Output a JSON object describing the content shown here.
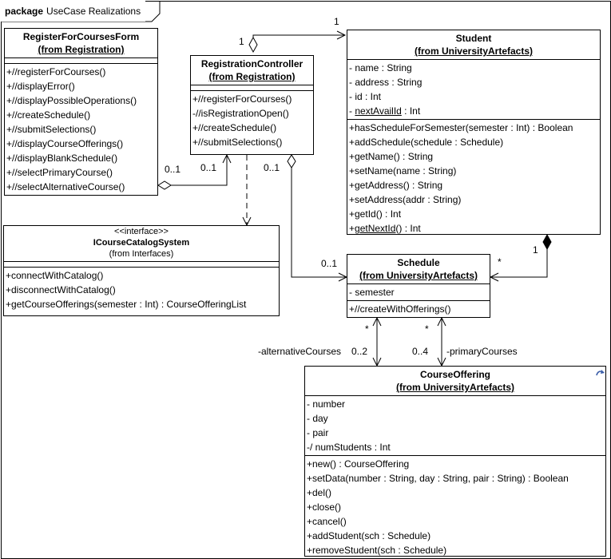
{
  "package": {
    "keyword": "package",
    "name": "UseCase Realizations"
  },
  "classes": {
    "form": {
      "name": "RegisterForCoursesForm",
      "from": "(from Registration)",
      "operations": [
        "+//registerForCourses()",
        "+//displayError()",
        "+//displayPossibleOperations()",
        "+//createSchedule()",
        "+//submitSelections()",
        "+//displayCourseOfferings()",
        "+//displayBlankSchedule()",
        "+//selectPrimaryCourse()",
        "+//selectAlternativeCourse()"
      ]
    },
    "controller": {
      "name": "RegistrationController",
      "from": "(from Registration)",
      "operations": [
        "+//registerForCourses()",
        "-//isRegistrationOpen()",
        "+//createSchedule()",
        "+//submitSelections()"
      ]
    },
    "student": {
      "name": "Student",
      "from": "(from UniversityArtefacts)",
      "attributes": [
        "- name : String",
        "- address : String",
        "- id : Int",
        "- nextAvailId : Int"
      ],
      "operations": [
        "+hasScheduleForSemester(semester : Int) : Boolean",
        "+addSchedule(schedule : Schedule)",
        "+getName() : String",
        "+setName(name : String)",
        "+getAddress() : String",
        "+setAddress(addr : String)",
        "+getId() : Int",
        "+getNextId() : Int"
      ]
    },
    "catalog": {
      "stereotype": "<<interface>>",
      "name": "ICourseCatalogSystem",
      "from": "(from Interfaces)",
      "operations": [
        "+connectWithCatalog()",
        "+disconnectWithCatalog()",
        "+getCourseOfferings(semester : Int) : CourseOfferingList"
      ]
    },
    "schedule": {
      "name": "Schedule",
      "from": "(from UniversityArtefacts)",
      "attributes": [
        "- semester"
      ],
      "operations": [
        "+//createWithOfferings()"
      ]
    },
    "offering": {
      "name": "CourseOffering",
      "from": "(from UniversityArtefacts)",
      "attributes": [
        "- number",
        "- day",
        "- pair",
        "-/ numStudents : Int"
      ],
      "operations": [
        "+new() : CourseOffering",
        "+setData(number : String, day : String, pair : String) : Boolean",
        "+del()",
        "+close()",
        "+cancel()",
        "+addStudent(sch : Schedule)",
        "+removeStudent(sch : Schedule)"
      ]
    }
  },
  "labels": {
    "ctrl_student_1a": "1",
    "ctrl_student_1b": "1",
    "form_ctrl_a": "0..1",
    "form_ctrl_b": "0..1",
    "ctrl_schedule_a": "0..1",
    "ctrl_schedule_b": "0..1",
    "student_schedule_1": "1",
    "student_schedule_star": "*",
    "alt_star": "*",
    "alt_role": "-alternativeCourses",
    "alt_mult": "0..2",
    "pri_star": "*",
    "pri_mult": "0..4",
    "pri_role": "-primaryCourses"
  },
  "colors": {
    "line": "#000000",
    "background": "#ffffff",
    "corner_icon": "#3a5da8"
  }
}
